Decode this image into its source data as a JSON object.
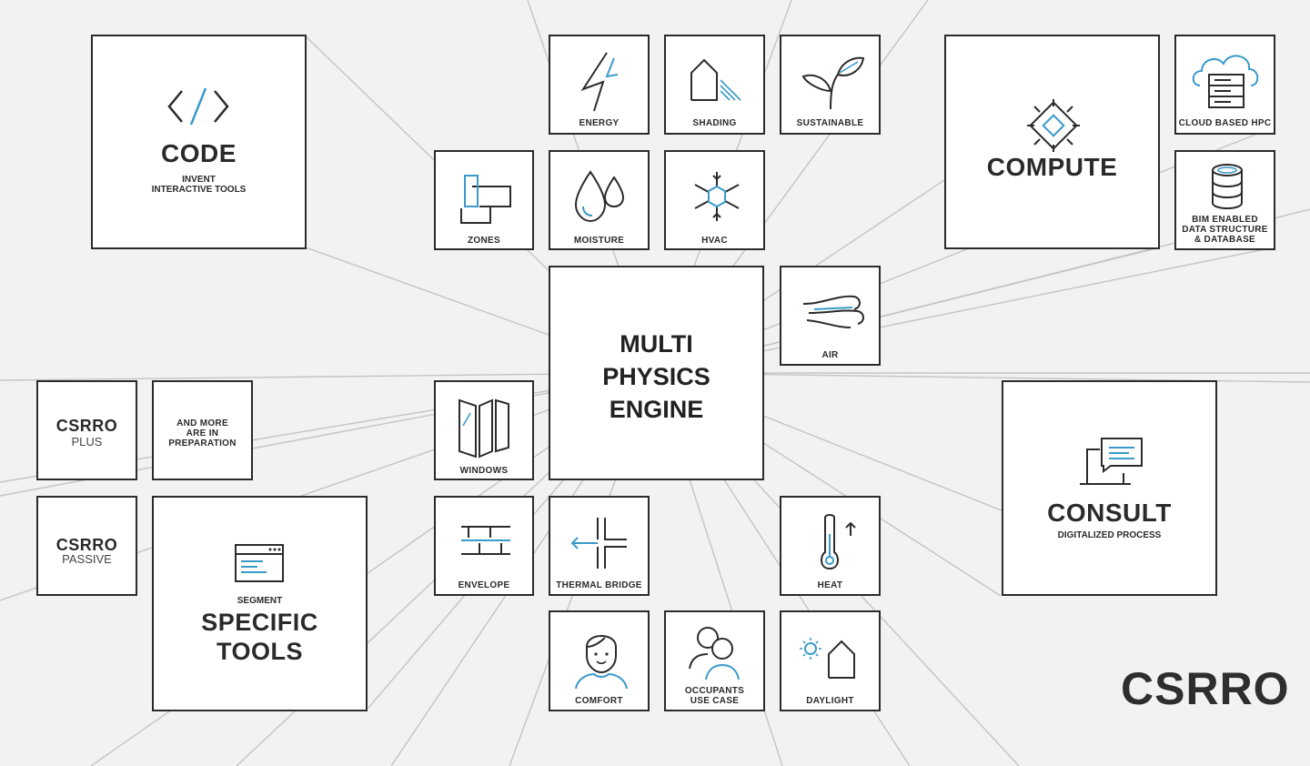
{
  "tiles": {
    "energy": "ENERGY",
    "shading": "SHADING",
    "sustainable": "SUSTAINABLE",
    "zones": "ZONES",
    "moisture": "MOISTURE",
    "hvac": "HVAC",
    "air": "AIR",
    "windows": "WINDOWS",
    "envelope": "ENVELOPE",
    "thermal_bridge": "THERMAL BRIDGE",
    "heat": "HEAT",
    "comfort": "COMFORT",
    "occupants": [
      "OCCUPANTS",
      "USE CASE"
    ],
    "daylight": "DAYLIGHT",
    "cloud_hpc": "CLOUD BASED HPC",
    "bim": [
      "BIM ENABLED",
      "DATA STRUCTURE",
      "& DATABASE"
    ],
    "more": [
      "AND MORE",
      "ARE IN",
      "PREPARATION"
    ]
  },
  "engine": [
    "MULTI",
    "PHYSICS",
    "ENGINE"
  ],
  "code": {
    "title": "CODE",
    "sub": [
      "INVENT",
      "INTERACTIVE TOOLS"
    ]
  },
  "compute": {
    "title": "COMPUTE"
  },
  "consult": {
    "title": "CONSULT",
    "sub": "DIGITALIZED PROCESS"
  },
  "segment": {
    "pre": "SEGMENT",
    "title": [
      "SPECIFIC",
      "TOOLS"
    ]
  },
  "products": {
    "plus": {
      "name": "CSRRO",
      "variant": "PLUS"
    },
    "passive": {
      "name": "CSRRO",
      "variant": "PASSIVE"
    }
  },
  "brand": "CSRRO",
  "colors": {
    "accent": "#3a9ac9",
    "line": "#2b2b2b",
    "brand_teal": "#1f9fae"
  }
}
